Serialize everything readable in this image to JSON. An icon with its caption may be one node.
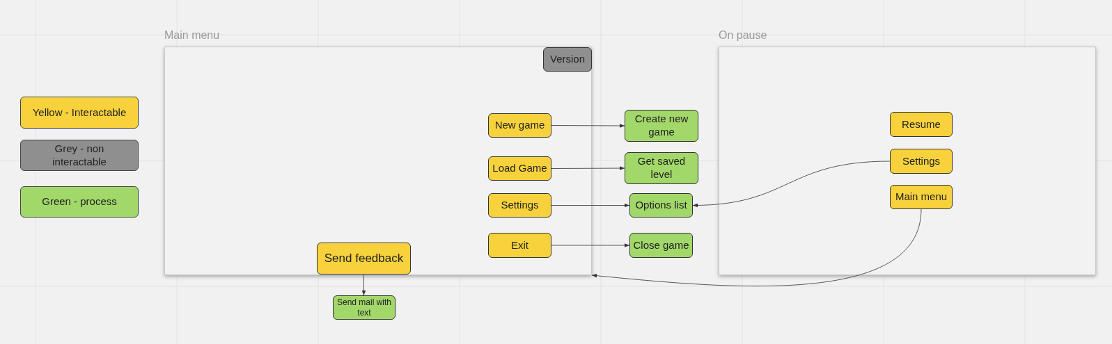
{
  "diagram": {
    "nodes": [
      {
        "text": [
          "Main menu"
        ]
      },
      {
        "text": [
          "Version"
        ],
        "in": 0
      },
      {
        "text": [
          "New game"
        ],
        "in": 0
      },
      {
        "text": [
          "Load Game"
        ],
        "in": 0
      },
      {
        "text": [
          "Settings"
        ],
        "in": 0
      },
      {
        "text": [
          "Exit"
        ],
        "in": 0
      },
      {
        "text": [
          "Send feedback"
        ],
        "in": 0
      },
      {
        "text": [
          "Send mail with text"
        ]
      },
      {
        "text": [
          "Create new game"
        ]
      },
      {
        "text": [
          "Get saved level"
        ]
      },
      {
        "text": [
          "Options list"
        ]
      },
      {
        "text": [
          "Close game"
        ]
      },
      {
        "text": [
          "On pause"
        ]
      },
      {
        "text": [
          "Resume"
        ],
        "in": 12
      },
      {
        "text": [
          "Settings"
        ],
        "in": 12
      },
      {
        "text": [
          "Main menu"
        ],
        "in": 12
      }
    ],
    "edges": [
      {
        "from": 2,
        "to": 8,
        "arrow": "to"
      },
      {
        "from": 3,
        "to": 9,
        "arrow": "to"
      },
      {
        "from": 4,
        "to": 10,
        "arrow": "to"
      },
      {
        "from": 5,
        "to": 11,
        "arrow": "to"
      },
      {
        "from": 6,
        "to": 7,
        "arrow": "to"
      },
      {
        "from": 14,
        "to": 10,
        "arrow": "to"
      },
      {
        "from": 15,
        "to": 0,
        "arrow": "to"
      }
    ],
    "legend": [
      {
        "text": "Yellow - Interactable",
        "color": "#f8d23c"
      },
      {
        "text": "Grey - non interactable",
        "color": "#8f8f8f"
      },
      {
        "text": "Green - process",
        "color": "#a2d86a"
      }
    ]
  }
}
